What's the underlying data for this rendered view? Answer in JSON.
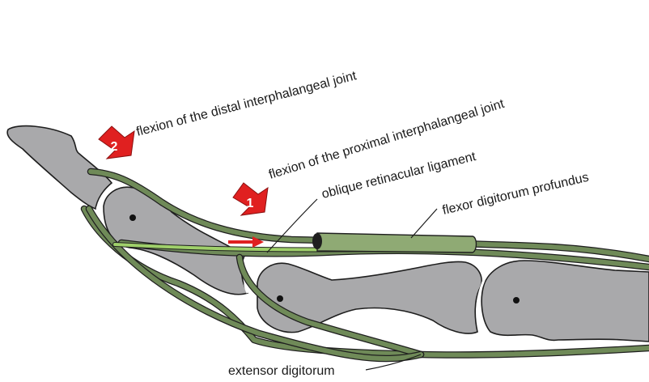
{
  "labels": {
    "distal_flexion": "flexion of the distal interphalangeal joint",
    "proximal_flexion": "flexion of the proximal interphalangeal joint",
    "oblique_ligament": "oblique retinacular ligament",
    "flexor_profundus": "flexor digitorum profundus",
    "extensor": "extensor digitorum"
  },
  "markers": {
    "one": "1",
    "two": "2"
  },
  "colors": {
    "bone": "#a9a9ab",
    "tendon": "#6f8a58",
    "ligament": "#9fd06a",
    "arrow": "#e02020"
  }
}
